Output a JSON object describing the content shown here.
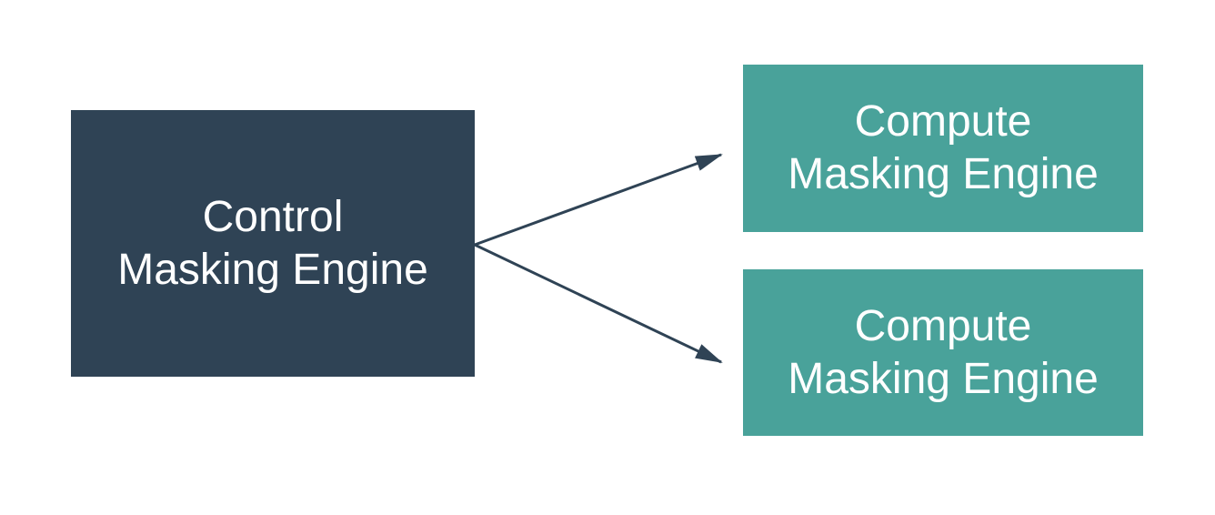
{
  "diagram": {
    "nodes": [
      {
        "id": "control",
        "label": "Control Masking Engine",
        "lines": [
          "Control",
          "Masking Engine"
        ],
        "fill": "#2F4355",
        "text_color": "#FFFFFF"
      },
      {
        "id": "compute-1",
        "label": "Compute Masking Engine",
        "lines": [
          "Compute",
          "Masking Engine"
        ],
        "fill": "#49A29A",
        "text_color": "#FFFFFF"
      },
      {
        "id": "compute-2",
        "label": "Compute Masking Engine",
        "lines": [
          "Compute",
          "Masking Engine"
        ],
        "fill": "#49A29A",
        "text_color": "#FFFFFF"
      }
    ],
    "edges": [
      {
        "from": "control",
        "to": "compute-1",
        "style": "arrow"
      },
      {
        "from": "control",
        "to": "compute-2",
        "style": "arrow"
      }
    ],
    "colors": {
      "background": "#FFFFFF",
      "arrow": "#2F4355"
    }
  }
}
